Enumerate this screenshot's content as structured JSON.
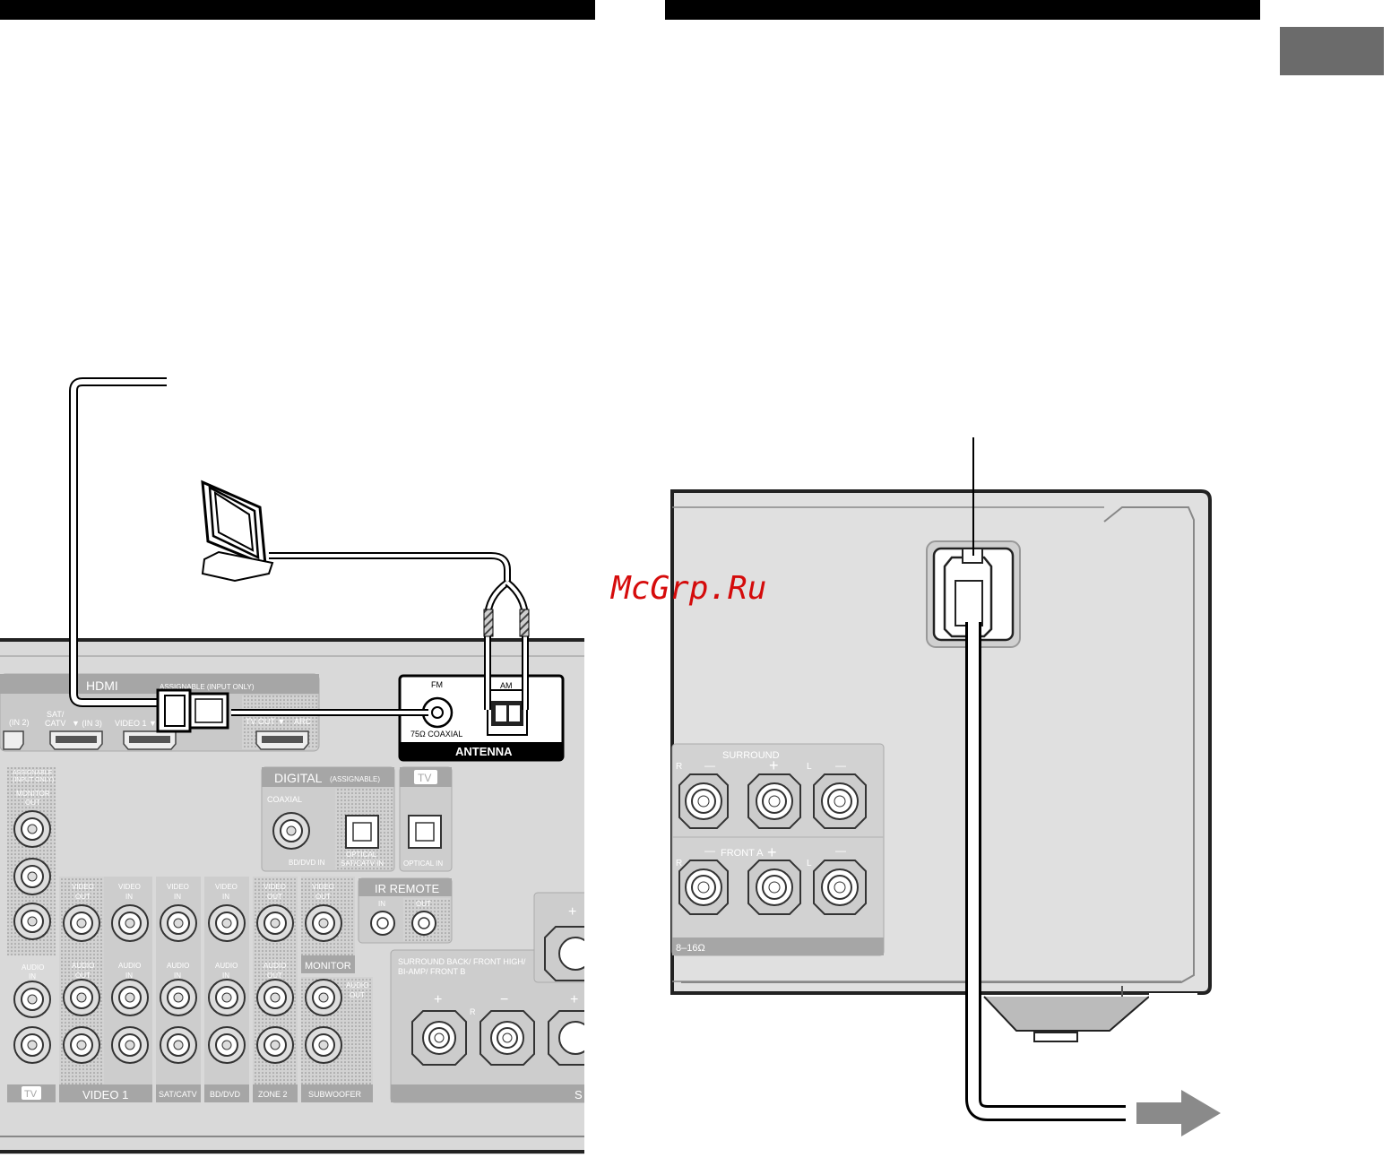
{
  "watermark": "McGrp.Ru",
  "panel_left": {
    "hdmi": {
      "title": "HDMI",
      "assignable": "ASSIGNABLE (INPUT ONLY)",
      "in2": "(IN 2)",
      "satcatv": "SAT/\nCATV",
      "in3": "▼ (IN 3)",
      "video1": "VIDEO 1 ▼",
      "tvout": "TV OUT ▼",
      "arc": "ARC"
    },
    "antenna": {
      "title": "ANTENNA",
      "fm": "FM",
      "am": "AM",
      "coaxial": "75Ω COAXIAL"
    },
    "digital": {
      "title": "DIGITAL",
      "assignable": "(ASSIGNABLE)",
      "coaxial": "COAXIAL",
      "bd_dvd_in": "BD/DVD IN",
      "optical": "OPTICAL",
      "sat_catv_in": "SAT/CATV IN",
      "tv": "TV",
      "optical_in": "OPTICAL IN"
    },
    "ir_remote": {
      "title": "IR REMOTE",
      "in": "IN",
      "out": "OUT"
    },
    "assignable_small": "ASSIGNABLE\n(INPUT ONLY)",
    "monitor_out": "MONITOR\nOUT",
    "video_out": "VIDEO\nOUT",
    "video_in": "VIDEO\nIN",
    "audio_in": "AUDIO\nIN",
    "audio_out": "AUDIO\nOUT",
    "monitor": "MONITOR",
    "groups": {
      "tv": "TV",
      "video1": "VIDEO 1",
      "satcatv": "SAT/CATV",
      "bddvd": "BD/DVD",
      "zone2": "ZONE 2",
      "subwoofer": "SUBWOOFER"
    },
    "surround_back": "SURROUND BACK/ FRONT HIGH/\nBI-AMP/ FRONT B",
    "plus": "+",
    "minus": "−",
    "r": "R",
    "s": "S"
  },
  "panel_right": {
    "surround": "SURROUND",
    "front_a": "FRONT A",
    "r": "R",
    "l": "L",
    "plus": "+",
    "minus": "—",
    "impedance": "8–16Ω"
  }
}
